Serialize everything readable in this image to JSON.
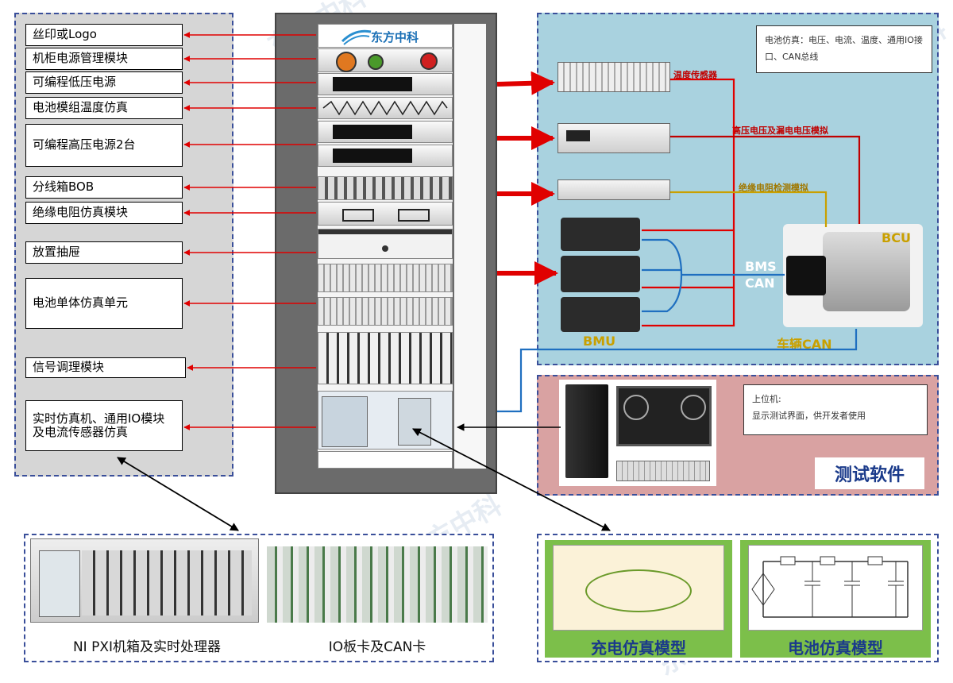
{
  "left_labels": [
    "丝印或Logo",
    "机柜电源管理模块",
    "可编程低压电源",
    "电池模组温度仿真",
    "可编程高压电源2台",
    "分线箱BOB",
    "绝缘电阻仿真模块",
    "放置抽屉",
    "电池单体仿真单元",
    "信号调理模块",
    "实时仿真机、通用IO模块及电流传感器仿真"
  ],
  "rack": {
    "logo_text": "东方中科"
  },
  "hil": {
    "note": "电池仿真：电压、电流、温度、通用IO接口、CAN总线",
    "temp_sensor": "温度传感器",
    "hv_sim": "高压电压及漏电电压模拟",
    "insulation_sim": "绝缘电阻检测模拟",
    "bms_can": "BMS CAN",
    "bcu": "BCU",
    "bmu": "BMU",
    "vehicle_can": "车辆CAN"
  },
  "test": {
    "note_title": "上位机:",
    "note_body": "显示测试界面，供开发者使用",
    "label": "测试软件"
  },
  "pxi": {
    "caption1": "NI PXI机箱及实时处理器",
    "caption2": "IO板卡及CAN卡"
  },
  "models": {
    "charge": "充电仿真模型",
    "battery": "电池仿真模型"
  },
  "watermark": "东方中科",
  "colors": {
    "arrow_red": "#e00000",
    "wire_blue": "#1f6fc0",
    "wire_gold": "#c9a000",
    "hil_bg": "#a9d2df",
    "test_bg": "#d9a2a2",
    "model_green": "#7cbf4a"
  }
}
